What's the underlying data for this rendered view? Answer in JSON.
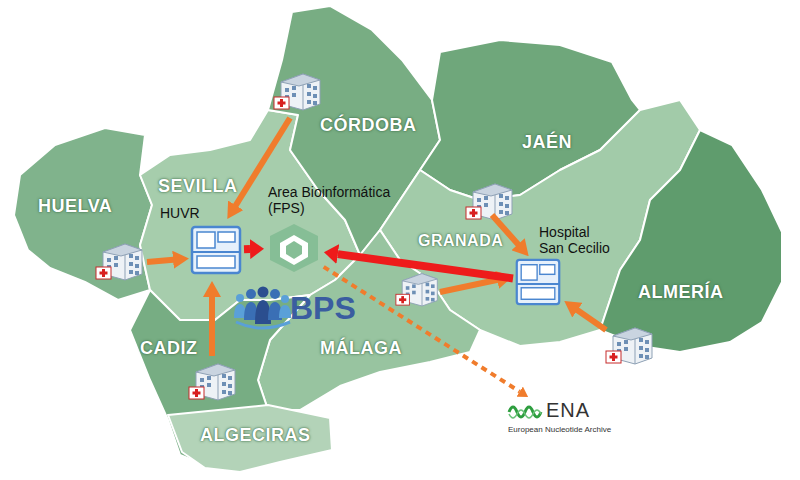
{
  "diagram": {
    "nodes": [
      {
        "text": [
          "HUVR"
        ]
      },
      {
        "text": [
          "Area Bioinformática (FPS)"
        ]
      },
      {
        "text": [
          "Hospital San Cecilio"
        ]
      },
      {
        "text": [
          "ENA",
          "European Nucleotide Archive"
        ]
      }
    ],
    "edges": [
      {
        "from": 0,
        "to": 1,
        "arrow": "to"
      },
      {
        "from": 2,
        "to": 1,
        "arrow": "to"
      },
      {
        "from": 1,
        "to": 3,
        "arrow": "to"
      }
    ],
    "labels": [
      "CÓRDOBA",
      "JAÉN",
      "HUELVA",
      "SEVILLA",
      "GRANADA",
      "ALMERÍA",
      "MÁLAGA",
      "CADIZ",
      "ALGECIRAS",
      "BPS"
    ]
  }
}
